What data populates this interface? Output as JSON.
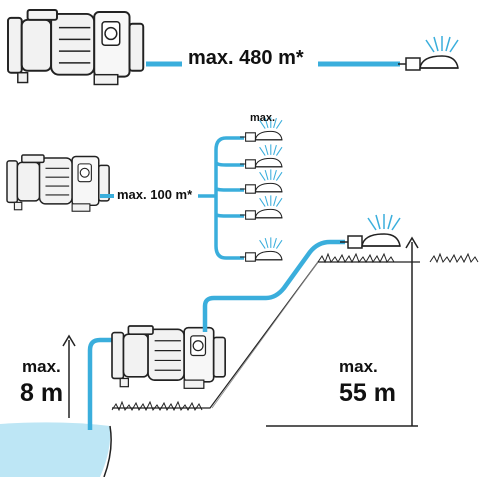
{
  "labels": {
    "distance_horizontal": "max. 480 m*",
    "distance_distribution": "max. 100 m*",
    "sprinkler_count_label": "max.",
    "suction_max": "max.",
    "suction_value": "8 m",
    "lift_max": "max.",
    "lift_value": "55 m"
  },
  "sprinkler_count_icons": 5,
  "colors": {
    "hose": "#3aaedc",
    "water": "#bde6f5",
    "outline": "#222222",
    "pump_body": "#f2f2f2"
  },
  "icons": [
    "garden-pump-icon",
    "sprinkler-icon",
    "grass-icon",
    "up-arrow-icon"
  ]
}
